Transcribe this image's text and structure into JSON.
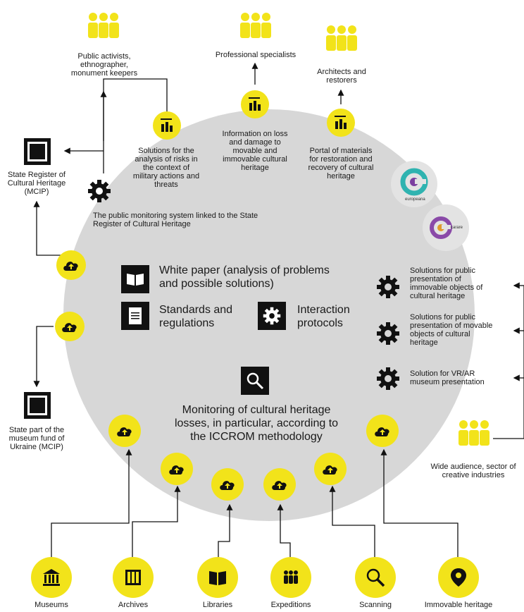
{
  "audiences": {
    "public_activists": "Public activists, ethnographer, monument keepers",
    "professional_specialists": "Professional specialists",
    "architects": "Architects and restorers",
    "wide_audience": "Wide audience, sector of creative industries"
  },
  "registers": {
    "state_register": "State Register of Cultural Heritage (MCIP)",
    "museum_fund": "State part of the museum fund of Ukraine (MCIP)"
  },
  "tools": {
    "risk_analysis": "Solutions for the analysis of risks in the context of military actions and threats",
    "loss_information": "Information on loss and damage to movable and immovable cultural heritage",
    "restoration_portal": "Portal of materials for restoration and recovery of cultural heritage"
  },
  "monitoring_system": "The public monitoring system linked to the State Register of Cultural Heritage",
  "logos": {
    "europeana": "europeana",
    "carare": "carare"
  },
  "core": {
    "white_paper": "White paper (analysis of problems and possible solutions)",
    "standards": "Standards and regulations",
    "protocols": "Interaction protocols",
    "monitoring": "Monitoring of cultural heritage losses, in particular, according to the ICCROM methodology"
  },
  "presentations": {
    "immovable": "Solutions for public presentation of immovable objects of cultural heritage",
    "movable": "Solutions for public presentation of movable objects of cultural heritage",
    "vr_ar": "Solution for VR/AR museum presentation"
  },
  "sources": [
    "Museums",
    "Archives",
    "Libraries",
    "Expeditions",
    "Scanning",
    "Immovable heritage"
  ],
  "colors": {
    "accent": "#f2e31a",
    "circle": "#d7d7d7",
    "ink": "#111111"
  }
}
